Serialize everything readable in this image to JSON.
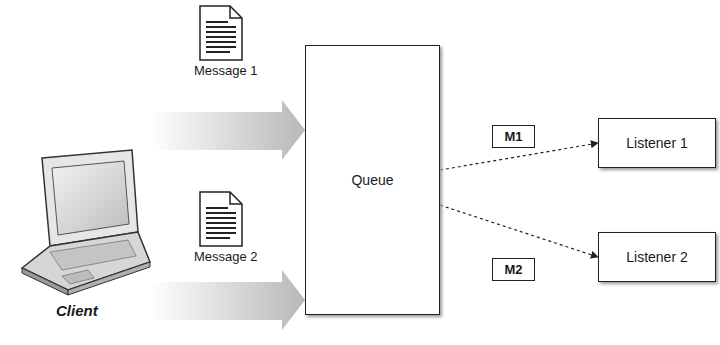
{
  "diagram": {
    "nodes": [
      {
        "text": [
          "Queue"
        ]
      },
      {
        "text": [
          "M1"
        ]
      },
      {
        "text": [
          "Listener 1"
        ]
      },
      {
        "text": [
          "Listener 2"
        ]
      },
      {
        "text": [
          "M2"
        ]
      }
    ],
    "edges": [
      {
        "from": 0,
        "to": 2,
        "arrow": "to"
      },
      {
        "from": 0,
        "to": 3,
        "arrow": "to"
      }
    ],
    "labels": [
      "Message 1",
      "Message 2",
      "Client"
    ]
  }
}
